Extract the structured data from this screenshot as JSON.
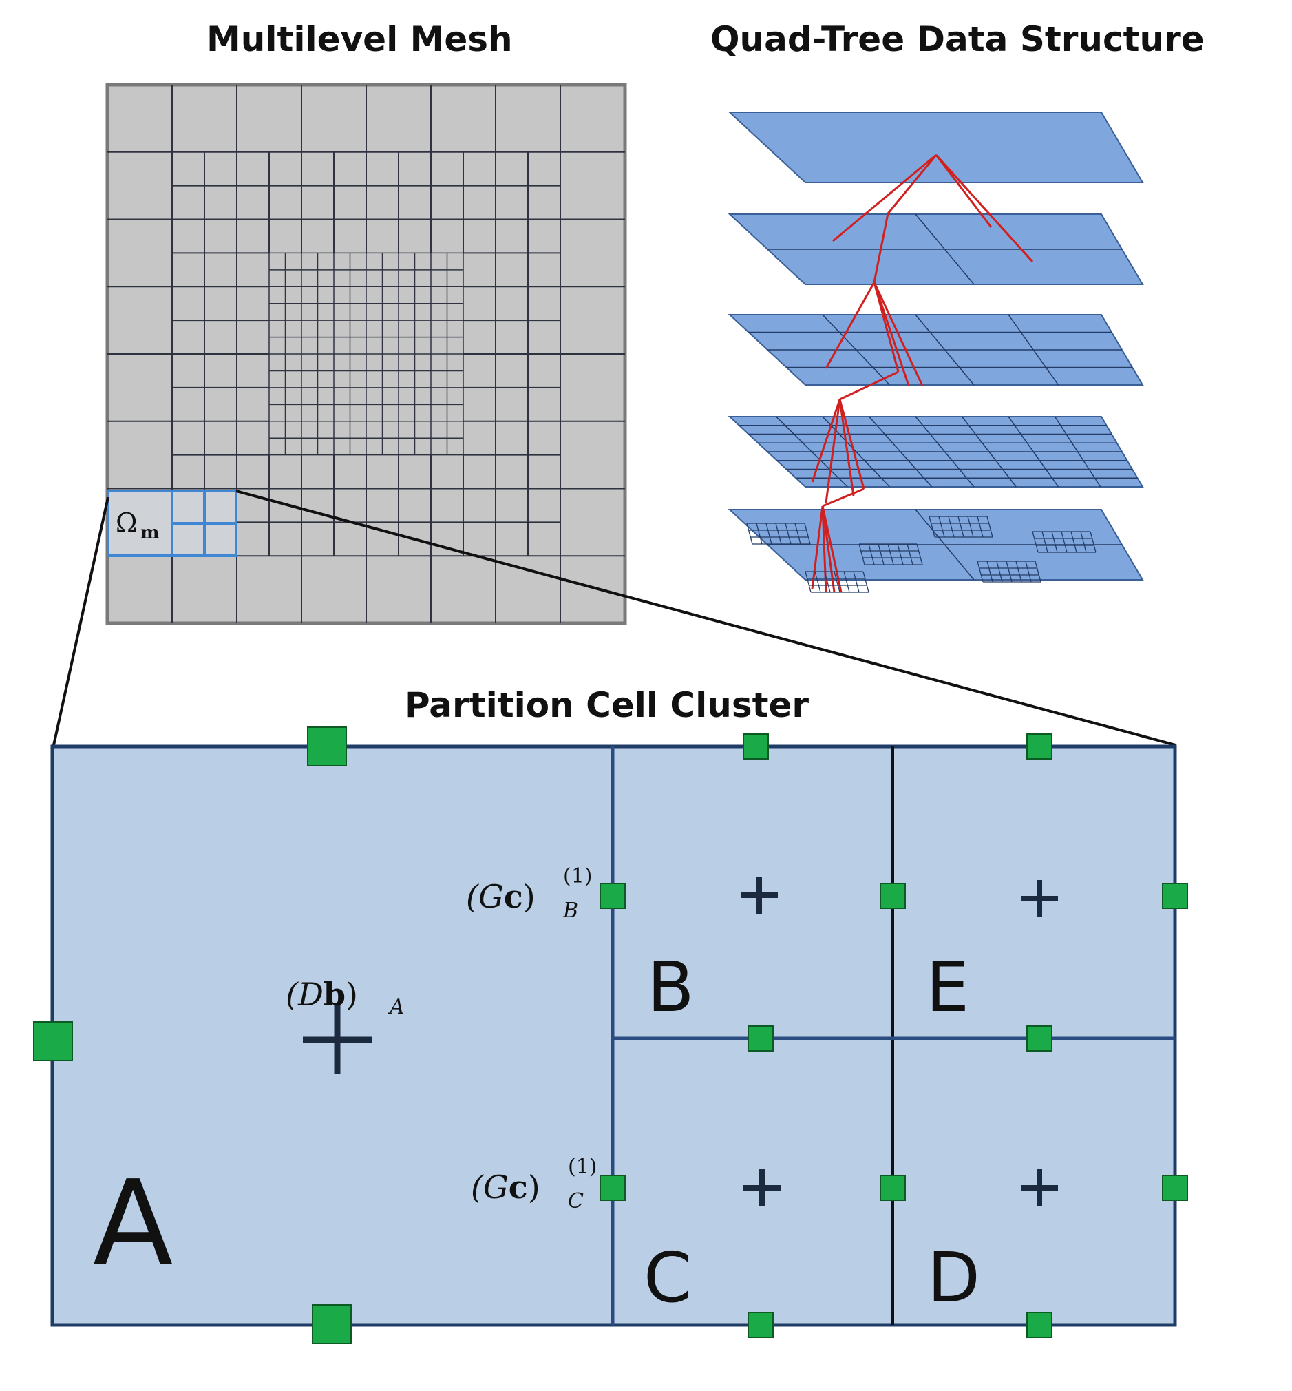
{
  "titles": {
    "mesh": "Multilevel Mesh",
    "quadtree": "Quad-Tree Data Structure",
    "cluster": "Partition Cell Cluster"
  },
  "mesh": {
    "subdomain_label": "Ω",
    "subdomain_sub": "m"
  },
  "cluster": {
    "cells": {
      "A": "A",
      "B": "B",
      "C": "C",
      "D": "D",
      "E": "E"
    },
    "labels": {
      "db_main": "(D",
      "db_bold": "b",
      "db_close": ")",
      "db_sub": "A",
      "gcB_main": "(G",
      "gcB_bold": "c",
      "gcB_close": ")",
      "gcB_sup": "(1)",
      "gcB_sub": "B",
      "gcC_main": "(G",
      "gcC_bold": "c",
      "gcC_close": ")",
      "gcC_sup": "(1)",
      "gcC_sub": "C"
    }
  },
  "colors": {
    "mesh_fill": "#c6c6c6",
    "mesh_line": "#2f3340",
    "plane_fill": "#7fa6dd",
    "tree_line": "#d02020",
    "cluster_fill": "#bacfe6",
    "cluster_line": "#1f3c66",
    "node_fill": "#1aaa48"
  }
}
